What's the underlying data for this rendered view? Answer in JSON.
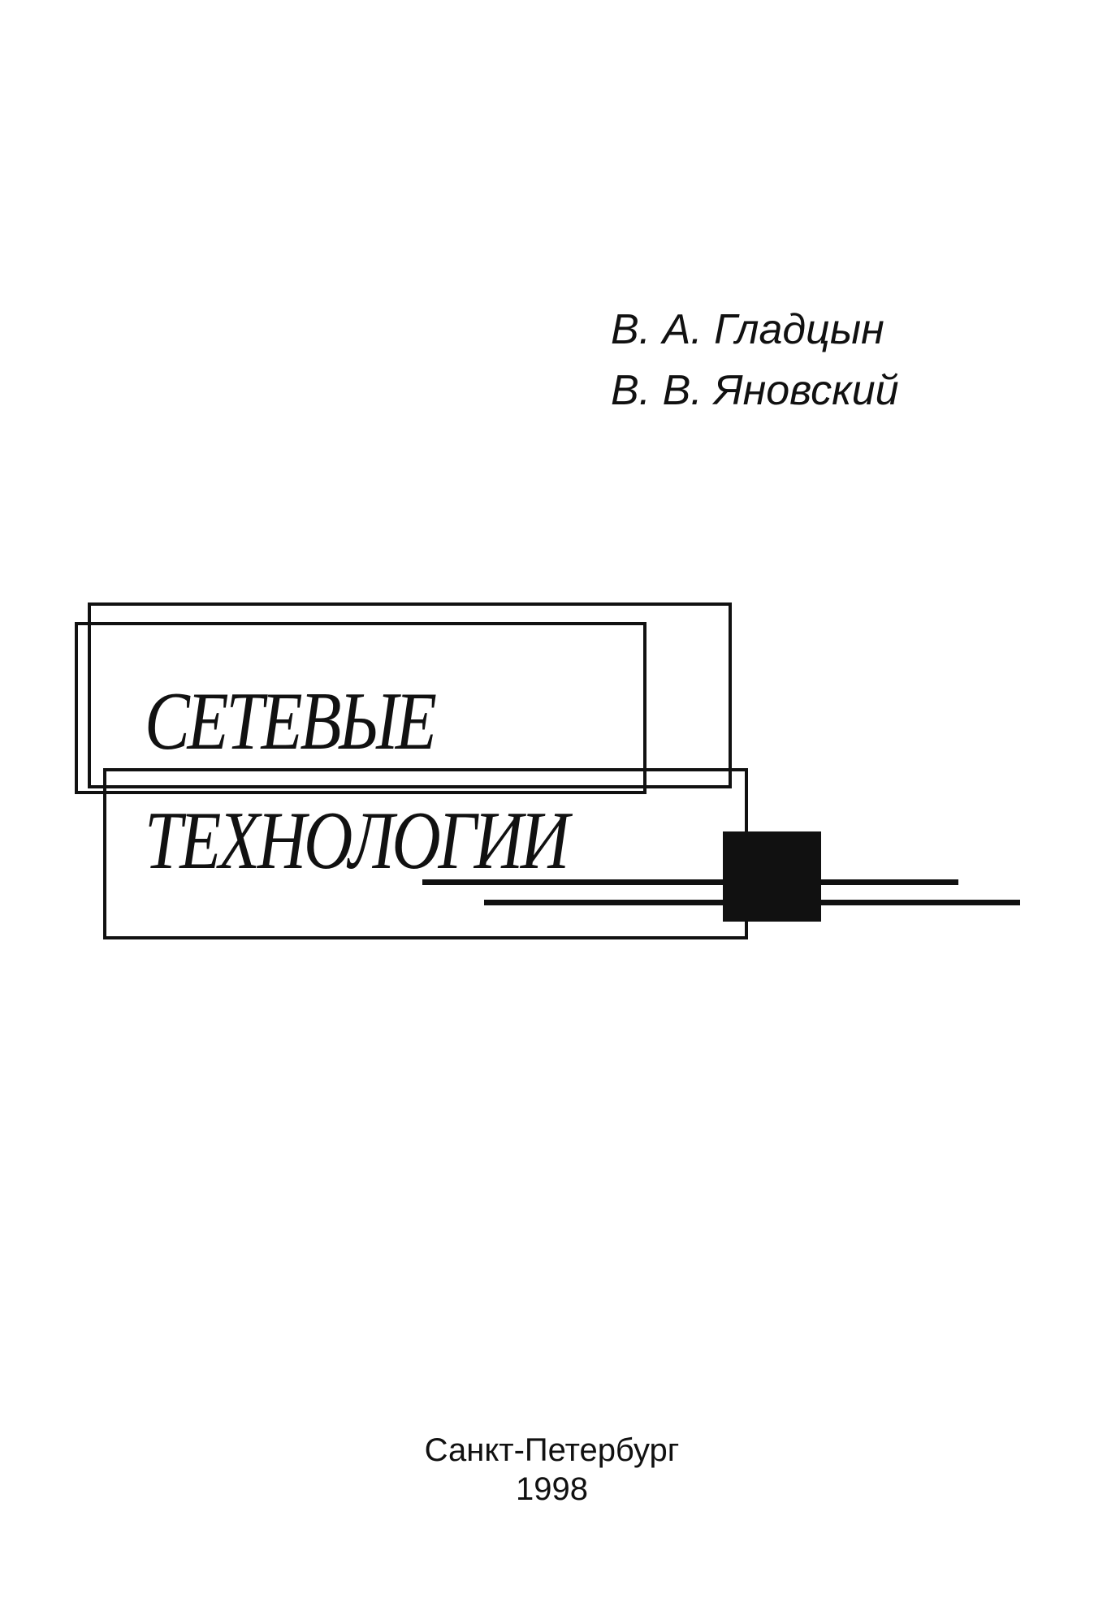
{
  "authors": [
    "В. А. Гладцын",
    "В. В. Яновский"
  ],
  "title": {
    "line1": "СЕТЕВЫЕ",
    "line2": "ТЕХНОЛОГИИ"
  },
  "city": "Санкт-Петербург",
  "year": "1998"
}
